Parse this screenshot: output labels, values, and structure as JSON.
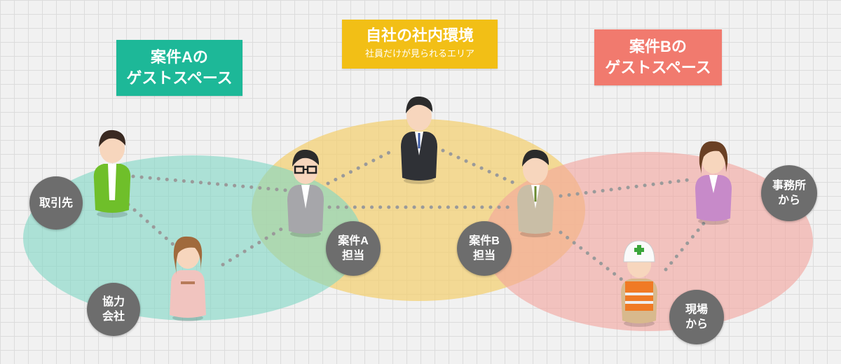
{
  "titles": {
    "guest_a": {
      "line1": "案件Aの",
      "line2": "ゲストスペース"
    },
    "internal": {
      "title": "自社の社内環境",
      "subtitle": "社員だけが見られるエリア"
    },
    "guest_b": {
      "line1": "案件Bの",
      "line2": "ゲストスペース"
    }
  },
  "badges": {
    "client": [
      "取引先"
    ],
    "partner": [
      "協力",
      "会社"
    ],
    "rep_a": [
      "案件A",
      "担当"
    ],
    "rep_b": [
      "案件B",
      "担当"
    ],
    "office": [
      "事務所",
      "から"
    ],
    "site": [
      "現場",
      "から"
    ]
  },
  "colors": {
    "guest_a_area": "#7fd7c4",
    "internal_area": "#f4cf6c",
    "guest_b_area": "#f3a49c",
    "guest_a_title": "#1db898",
    "internal_title": "#f2bf16",
    "guest_b_title": "#f17a6e",
    "badge": "#6d6d6d",
    "connector": "#9a9a9a"
  }
}
